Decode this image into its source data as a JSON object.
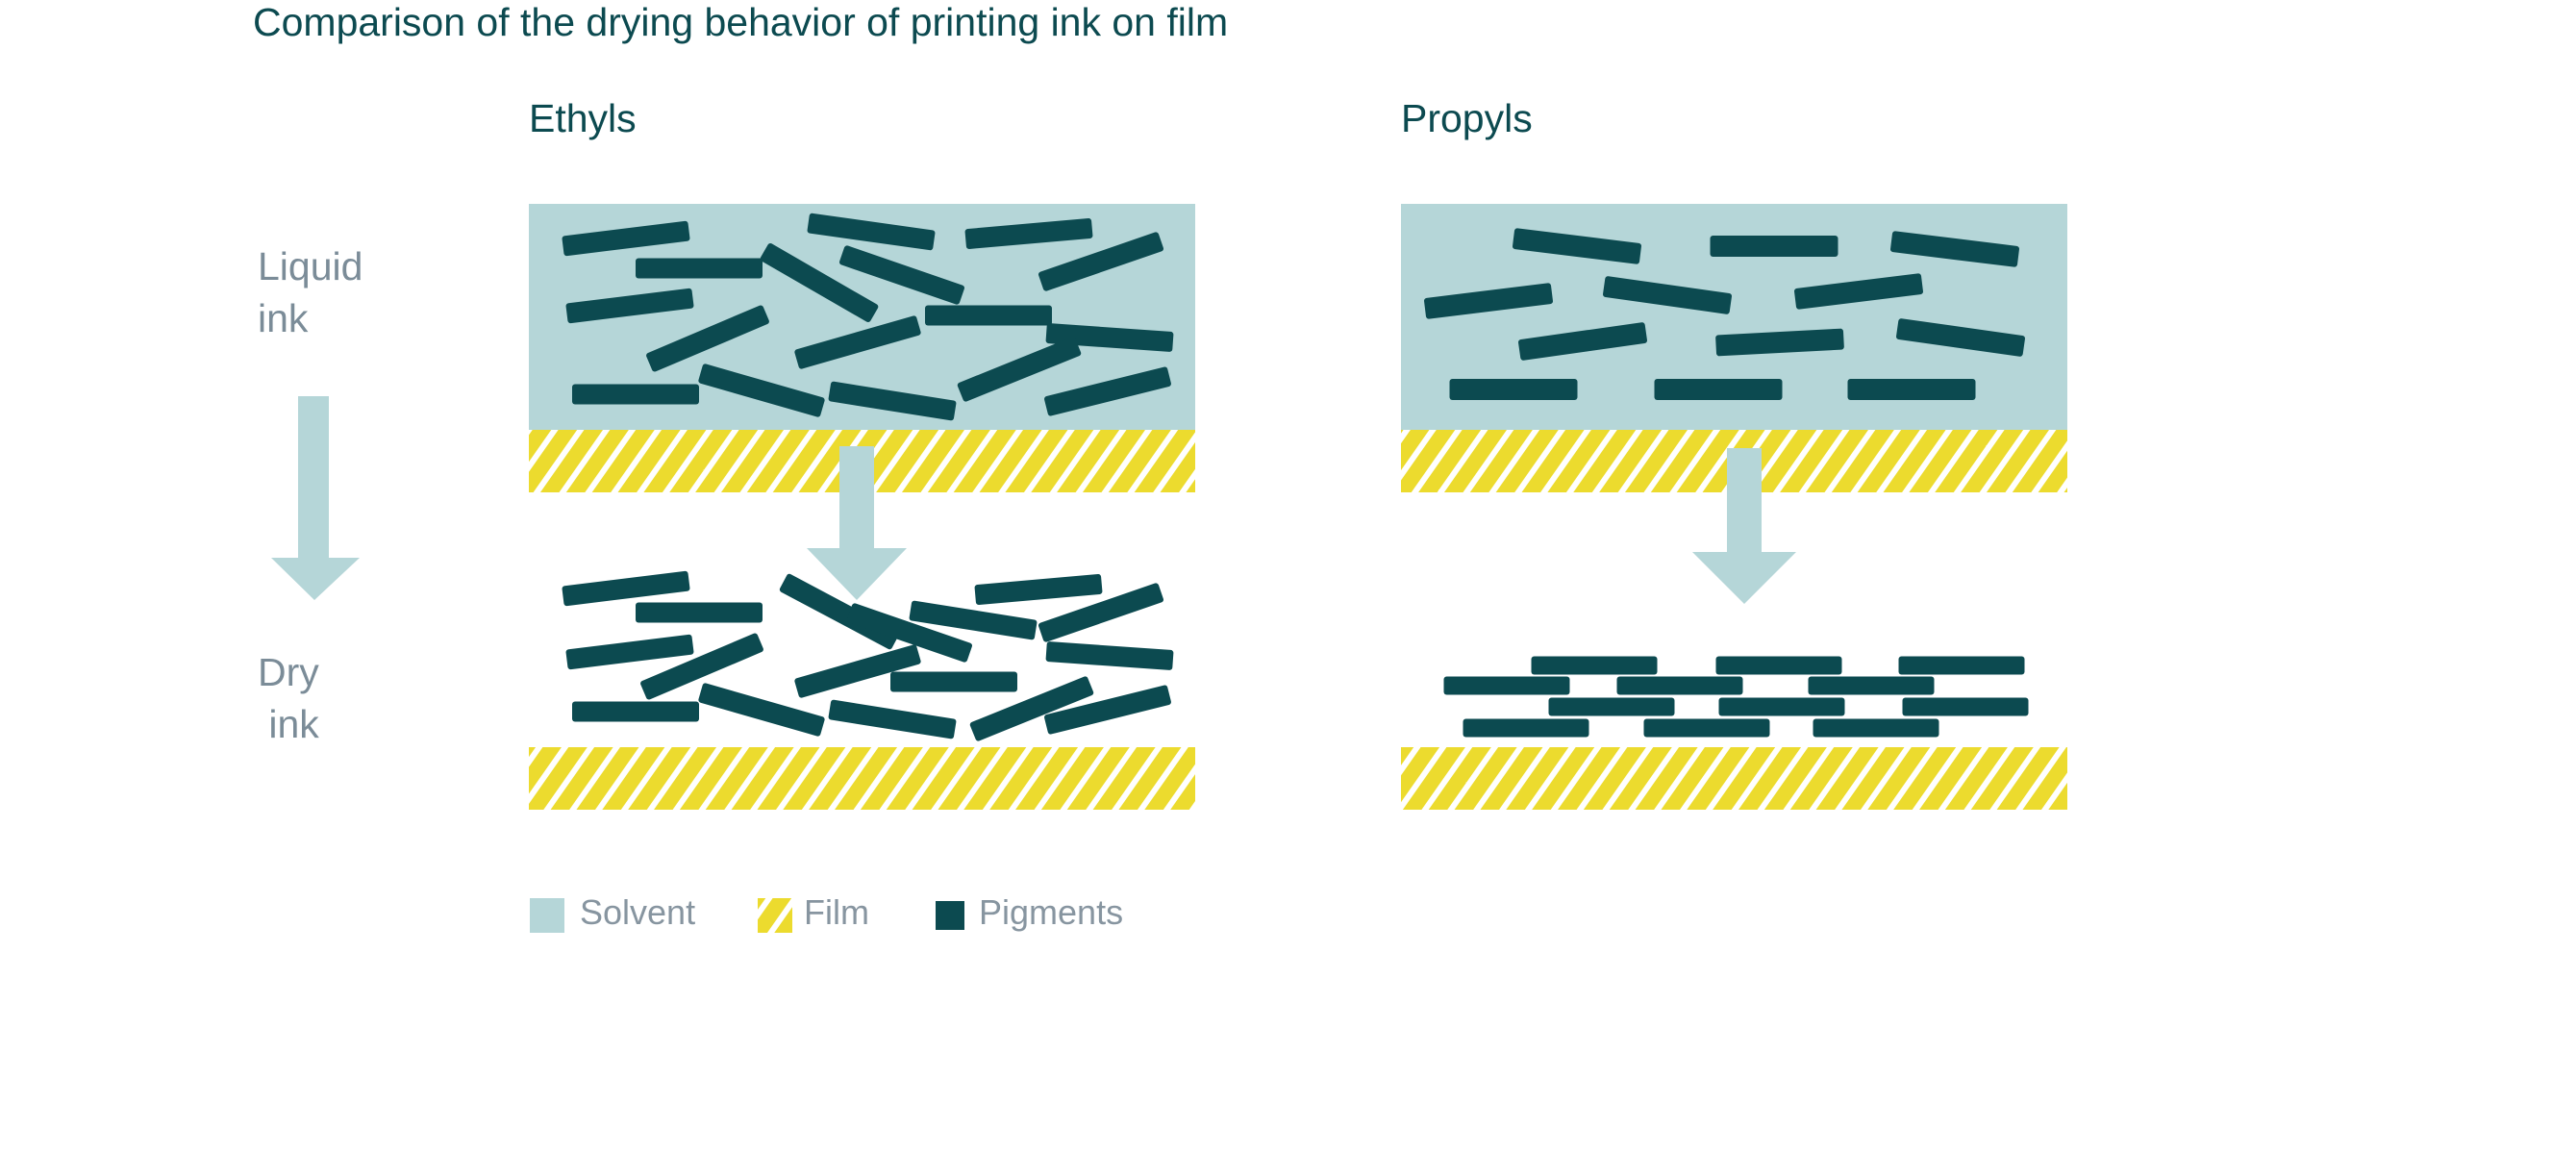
{
  "title": "Comparison of the drying behavior of printing ink on film",
  "columns": {
    "ethyls": "Ethyls",
    "propyls": "Propyls"
  },
  "states": {
    "liquid": "Liquid\nink",
    "dry": "Dry\n ink"
  },
  "legend": {
    "solvent": "Solvent",
    "film": "Film",
    "pigments": "Pigments"
  },
  "colors": {
    "solvent": "#b5d6d8",
    "film": "#ecdb2e",
    "pigments": "#0c4a50",
    "arrow": "#b5d6d8",
    "label_text": "#7b8c98",
    "title_text": "#0c4a50"
  }
}
